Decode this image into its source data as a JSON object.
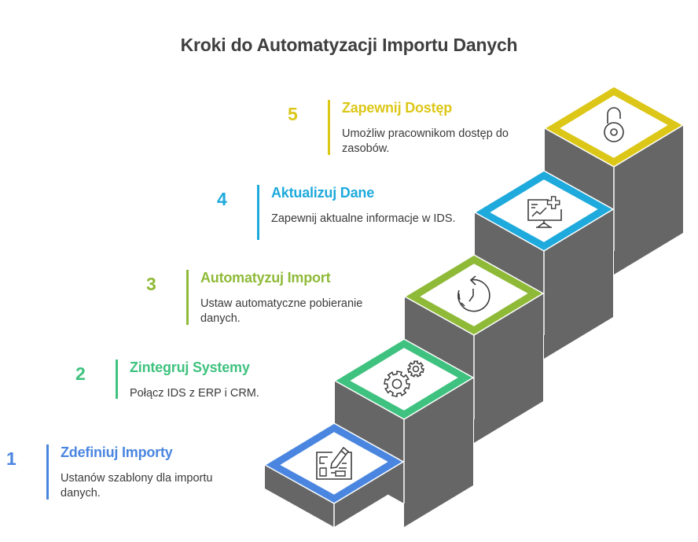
{
  "title": "Kroki do Automatyzacji Importu Danych",
  "colors": {
    "side_face": "#666666",
    "separator": "#ffffff",
    "icon_stroke": "#3d3d3d"
  },
  "steps": [
    {
      "number": "1",
      "title": "Zdefiniuj Importy",
      "description": "Ustanów szablony dla importu danych.",
      "color": "#4a86e0",
      "icon": "blueprint-pencil-icon"
    },
    {
      "number": "2",
      "title": "Zintegruj Systemy",
      "description": "Połącz IDS z ERP i CRM.",
      "color": "#3fc27f",
      "icon": "gears-icon"
    },
    {
      "number": "3",
      "title": "Automatyzuj Import",
      "description": "Ustaw automatyczne pobieranie danych.",
      "color": "#8fba38",
      "icon": "clock-refresh-icon"
    },
    {
      "number": "4",
      "title": "Aktualizuj Dane",
      "description": "Zapewnij aktualne informacje w IDS.",
      "color": "#1eaadc",
      "icon": "monitor-chart-plus-icon"
    },
    {
      "number": "5",
      "title": "Zapewnij Dostęp",
      "description": "Umożliw pracownikom dostęp do zasobów.",
      "color": "#dcc718",
      "icon": "unlocked-padlock-icon"
    }
  ]
}
